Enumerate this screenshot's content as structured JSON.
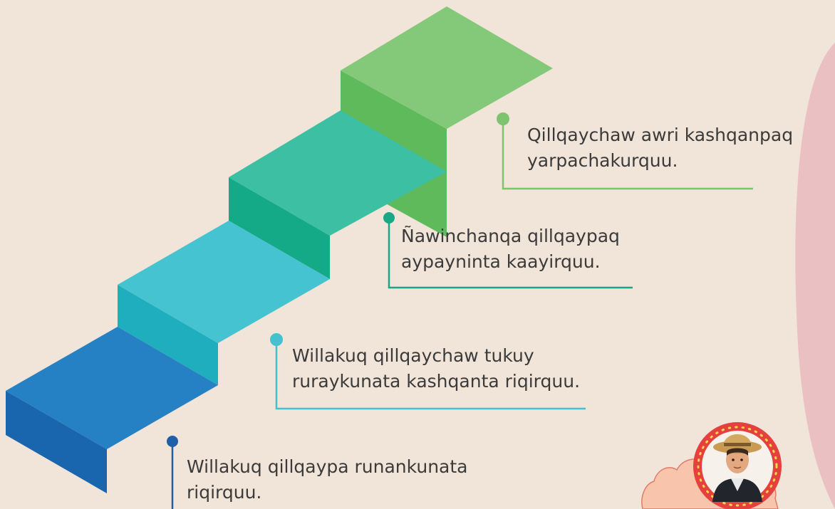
{
  "steps": [
    {
      "line1": "Willakuq qillqaypa runankunata",
      "line2": "riqirquu.",
      "color": "#1f5fa8"
    },
    {
      "line1": "Willakuq qillqaychaw tukuy",
      "line2": "ruraykunata kashqanta riqirquu.",
      "color": "#45c0cf"
    },
    {
      "line1": "Ñawinchanqa qillqaypaq",
      "line2": "aypayninta  kaayirquu.",
      "color": "#16a887"
    },
    {
      "line1": "Qillqaychaw awri kashqanpaq",
      "line2": "yarpachakurquu.",
      "color": "#7ec36f"
    }
  ],
  "background_color": "#f1e4d8",
  "decoration": {
    "side_panel_color": "#ebc0c2",
    "badge_blob_color": "#f8c4ab",
    "badge_ring_color": "#e5403e"
  },
  "character": "boy-with-hat-avatar"
}
